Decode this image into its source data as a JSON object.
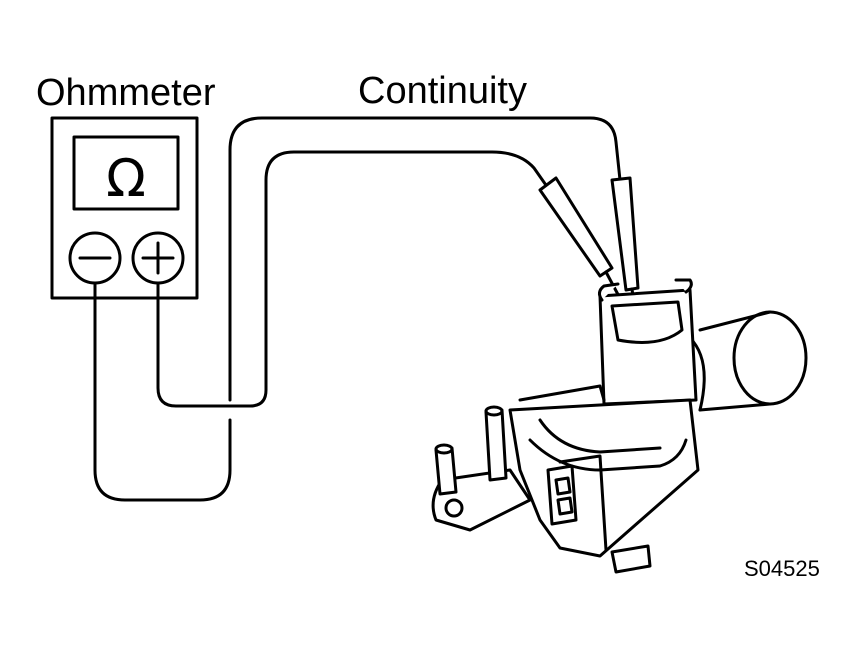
{
  "labels": {
    "ohmmeter": "Ohmmeter",
    "continuity": "Continuity",
    "figure_code": "S04525"
  },
  "meter": {
    "symbol": "Ω",
    "negative_terminal": "−",
    "positive_terminal": "+"
  },
  "colors": {
    "ink": "#000000",
    "paper": "#ffffff"
  }
}
